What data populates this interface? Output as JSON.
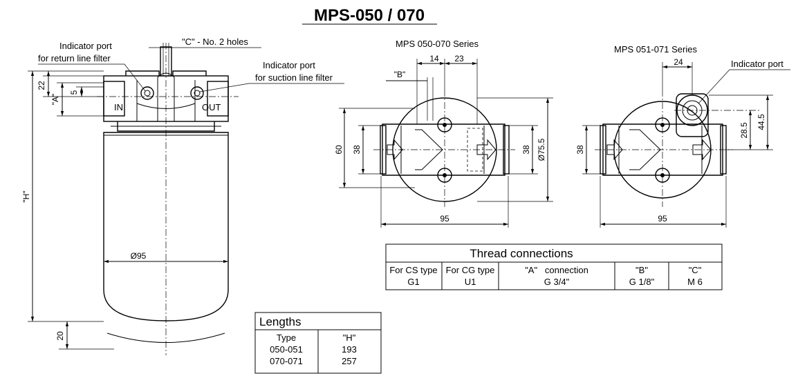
{
  "title": "MPS-050 / 070",
  "left_view": {
    "callout_return": [
      "Indicator port",
      "for return line filter"
    ],
    "callout_c": "\"C\" - No. 2 holes",
    "callout_suction": [
      "Indicator port",
      "for suction line filter"
    ],
    "in_label": "IN",
    "out_label": "OUT",
    "dim_22": "22",
    "dim_A": "\"A\"",
    "dim_5": "5",
    "dim_H": "\"H\"",
    "dim_d95": "Ø95",
    "dim_20": "20"
  },
  "middle_view": {
    "series": "MPS 050-070 Series",
    "dim_14": "14",
    "dim_23": "23",
    "dim_B": "\"B\"",
    "dim_60": "60",
    "dim_38_left": "38",
    "dim_38_right": "38",
    "dim_d75": "Ø75.5",
    "dim_95": "95"
  },
  "right_view": {
    "series": "MPS 051-071 Series",
    "dim_24": "24",
    "callout_indicator": "Indicator port",
    "dim_38": "38",
    "dim_28_5": "28.5",
    "dim_44_5": "44.5",
    "dim_95": "95"
  },
  "thread_table": {
    "title": "Thread connections",
    "headers": [
      "For CS type",
      "For CG type",
      "\"A\"   connection",
      "\"B\"",
      "\"C\""
    ],
    "values": [
      "G1",
      "U1",
      "G 3/4\"",
      "G 1/8\"",
      "M 6"
    ]
  },
  "lengths_table": {
    "title": "Lengths",
    "headers": [
      "Type",
      "\"H\""
    ],
    "rows": [
      [
        "050-051",
        "193"
      ],
      [
        "070-071",
        "257"
      ]
    ]
  }
}
